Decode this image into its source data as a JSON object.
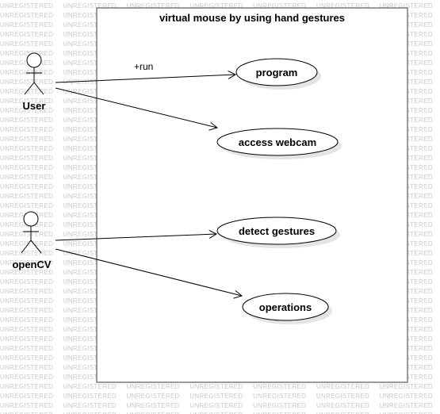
{
  "diagram": {
    "title": "virtual mouse by using hand gestures",
    "watermark": "UNREGISTERED",
    "actors": [
      {
        "id": "user",
        "label": "User"
      },
      {
        "id": "opencv",
        "label": "openCV"
      }
    ],
    "use_cases": [
      {
        "id": "program",
        "label": "program"
      },
      {
        "id": "access-webcam",
        "label": "access webcam"
      },
      {
        "id": "detect-gestures",
        "label": "detect gestures"
      },
      {
        "id": "operations",
        "label": "operations"
      }
    ],
    "associations": [
      {
        "from": "user",
        "to": "program",
        "label": "+run"
      },
      {
        "from": "user",
        "to": "access-webcam",
        "label": ""
      },
      {
        "from": "opencv",
        "to": "detect-gestures",
        "label": ""
      },
      {
        "from": "opencv",
        "to": "operations",
        "label": ""
      }
    ]
  }
}
